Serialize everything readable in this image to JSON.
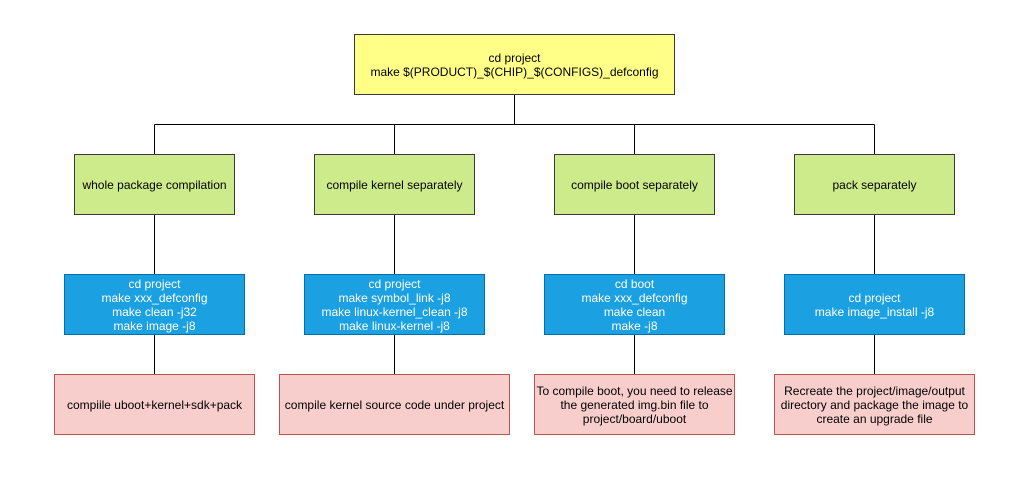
{
  "colors": {
    "root_fill": "#ffff88",
    "category_fill": "#cdeb8b",
    "command_fill": "#1ba1e2",
    "description_fill": "#f8cecc",
    "line": "#000000"
  },
  "root": {
    "lines": [
      "cd project",
      "make $(PRODUCT)_$(CHIP)_$(CONFIGS)_defconfig"
    ]
  },
  "branches": [
    {
      "category": "whole package compilation",
      "commands": [
        "cd project",
        "make xxx_defconfig",
        "make clean -j32",
        "make image -j8"
      ],
      "description": [
        "compiile uboot+kernel+sdk+pack"
      ]
    },
    {
      "category": "compile kernel separately",
      "commands": [
        "cd project",
        "make symbol_link -j8",
        "make linux-kernel_clean -j8",
        "make linux-kernel -j8"
      ],
      "description": [
        "compile kernel source code under project"
      ]
    },
    {
      "category": "compile boot separately",
      "commands": [
        "cd boot",
        "make xxx_defconfig",
        "make clean",
        "make -j8"
      ],
      "description": [
        "To compile boot, you need to release",
        "the generated img.bin file to",
        "project/board/uboot"
      ]
    },
    {
      "category": "pack separately",
      "commands": [
        "cd project",
        "make image_install -j8"
      ],
      "description": [
        "Recreate the project/image/output",
        "directory and package the image to",
        "create an upgrade file"
      ]
    }
  ]
}
